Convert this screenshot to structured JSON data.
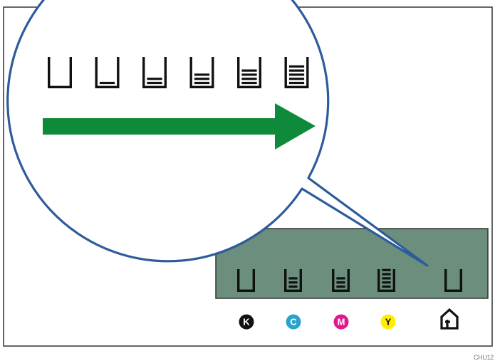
{
  "colors": {
    "frame": "#333333",
    "panel_fill": "#6b8f7c",
    "panel_stroke": "#333333",
    "magnifier_stroke": "#2e5b9a",
    "arrow": "#0f8a3a",
    "gauge": "#111111"
  },
  "magnifier": {
    "gauge_levels": [
      0,
      1,
      2,
      3,
      4,
      5
    ],
    "arrow_icon": "arrow-right-icon"
  },
  "panel": {
    "gauges": [
      {
        "toner": "black",
        "level": 0
      },
      {
        "toner": "cyan",
        "level": 3
      },
      {
        "toner": "magenta",
        "level": 3
      },
      {
        "toner": "yellow",
        "level": 5
      },
      {
        "toner": "waste",
        "level": 0
      }
    ]
  },
  "toners": [
    {
      "letter": "K",
      "color": "#111111",
      "text_color": "#ffffff"
    },
    {
      "letter": "C",
      "color": "#2aa3cc",
      "text_color": "#ffffff"
    },
    {
      "letter": "M",
      "color": "#e0188c",
      "text_color": "#ffffff"
    },
    {
      "letter": "Y",
      "color": "#ffee00",
      "text_color": "#111111"
    }
  ],
  "waste_icon": "waste-toner-bottle-icon",
  "code_label": "CHU12"
}
